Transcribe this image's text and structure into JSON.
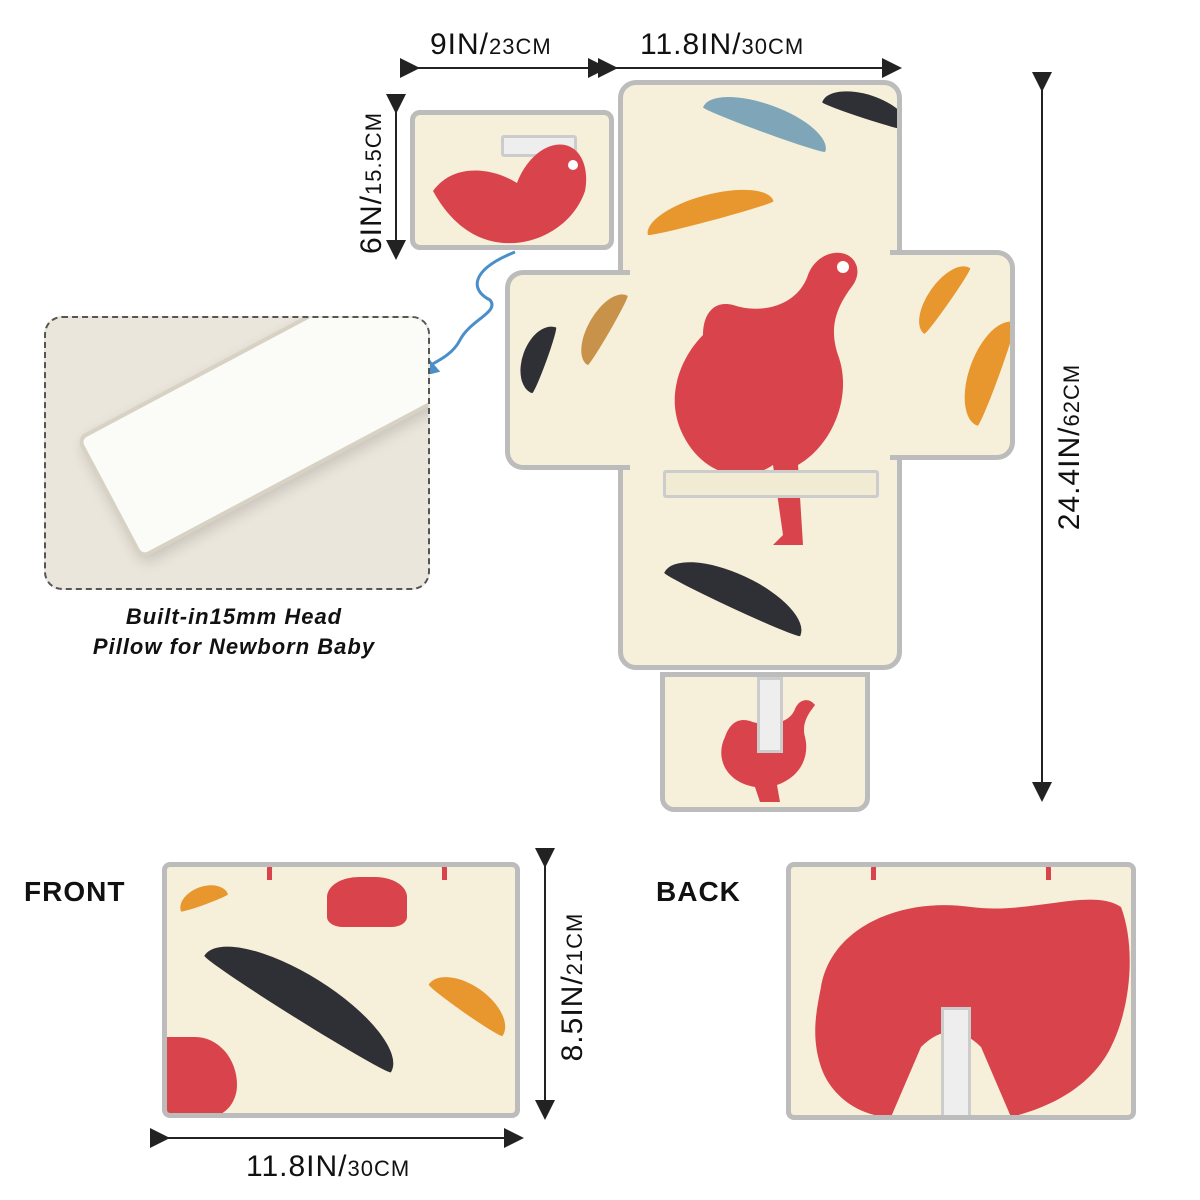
{
  "dimensions": {
    "top_left": {
      "main": "9IN/",
      "sub": "23CM"
    },
    "top_right": {
      "main": "11.8IN/",
      "sub": "30CM"
    },
    "pillow_height": {
      "main": "6IN/",
      "sub": "15.5CM"
    },
    "total_length": {
      "main": "24.4IN/",
      "sub": "62CM"
    },
    "folded_height": {
      "main": "8.5IN/",
      "sub": "21CM"
    },
    "folded_width": {
      "main": "11.8IN/",
      "sub": "30CM"
    }
  },
  "pillow_caption": {
    "line1": "Built-in15mm Head",
    "line2": "Pillow for Newborn Baby"
  },
  "views": {
    "front": "FRONT",
    "back": "BACK"
  },
  "colors": {
    "mat_background": "#f6efd9",
    "rooster_red": "#d9444c",
    "trim_gray": "#bcbcbc",
    "feather_blue": "#7fa6b8",
    "feather_orange": "#e8962e",
    "feather_dark": "#2f2f36",
    "arrow_blue": "#4a8fc9"
  },
  "icons": [
    "rooster-illustration",
    "feather-illustration",
    "dimension-arrow",
    "curved-pointer-arrow"
  ]
}
